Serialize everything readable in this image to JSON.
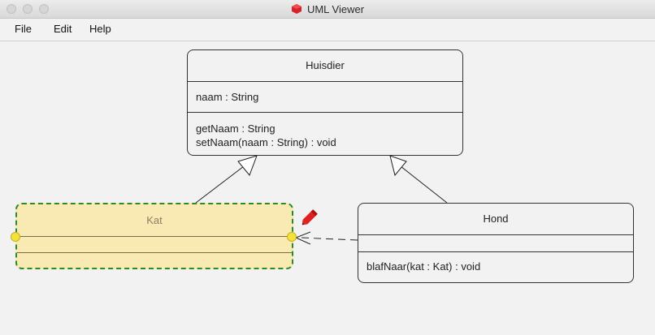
{
  "window": {
    "title": "UML Viewer"
  },
  "menu": [
    "File",
    "Edit",
    "Help"
  ],
  "classes": {
    "huisdier": {
      "name": "Huisdier",
      "attributes": [
        "naam : String"
      ],
      "methods": [
        "getNaam : String",
        "setNaam(naam : String) : void"
      ]
    },
    "kat": {
      "name": "Kat",
      "attributes": [],
      "methods": []
    },
    "hond": {
      "name": "Hond",
      "attributes": [],
      "methods": [
        "blafNaar(kat : Kat) : void"
      ]
    }
  },
  "colors": {
    "selection_fill": "#f9e9b3",
    "selection_border": "#2b8a2b",
    "handle": "#f2e23a",
    "pencil": "#e02020"
  },
  "icons": {
    "app": "uml-app-icon",
    "edit_tool": "pencil-icon"
  }
}
